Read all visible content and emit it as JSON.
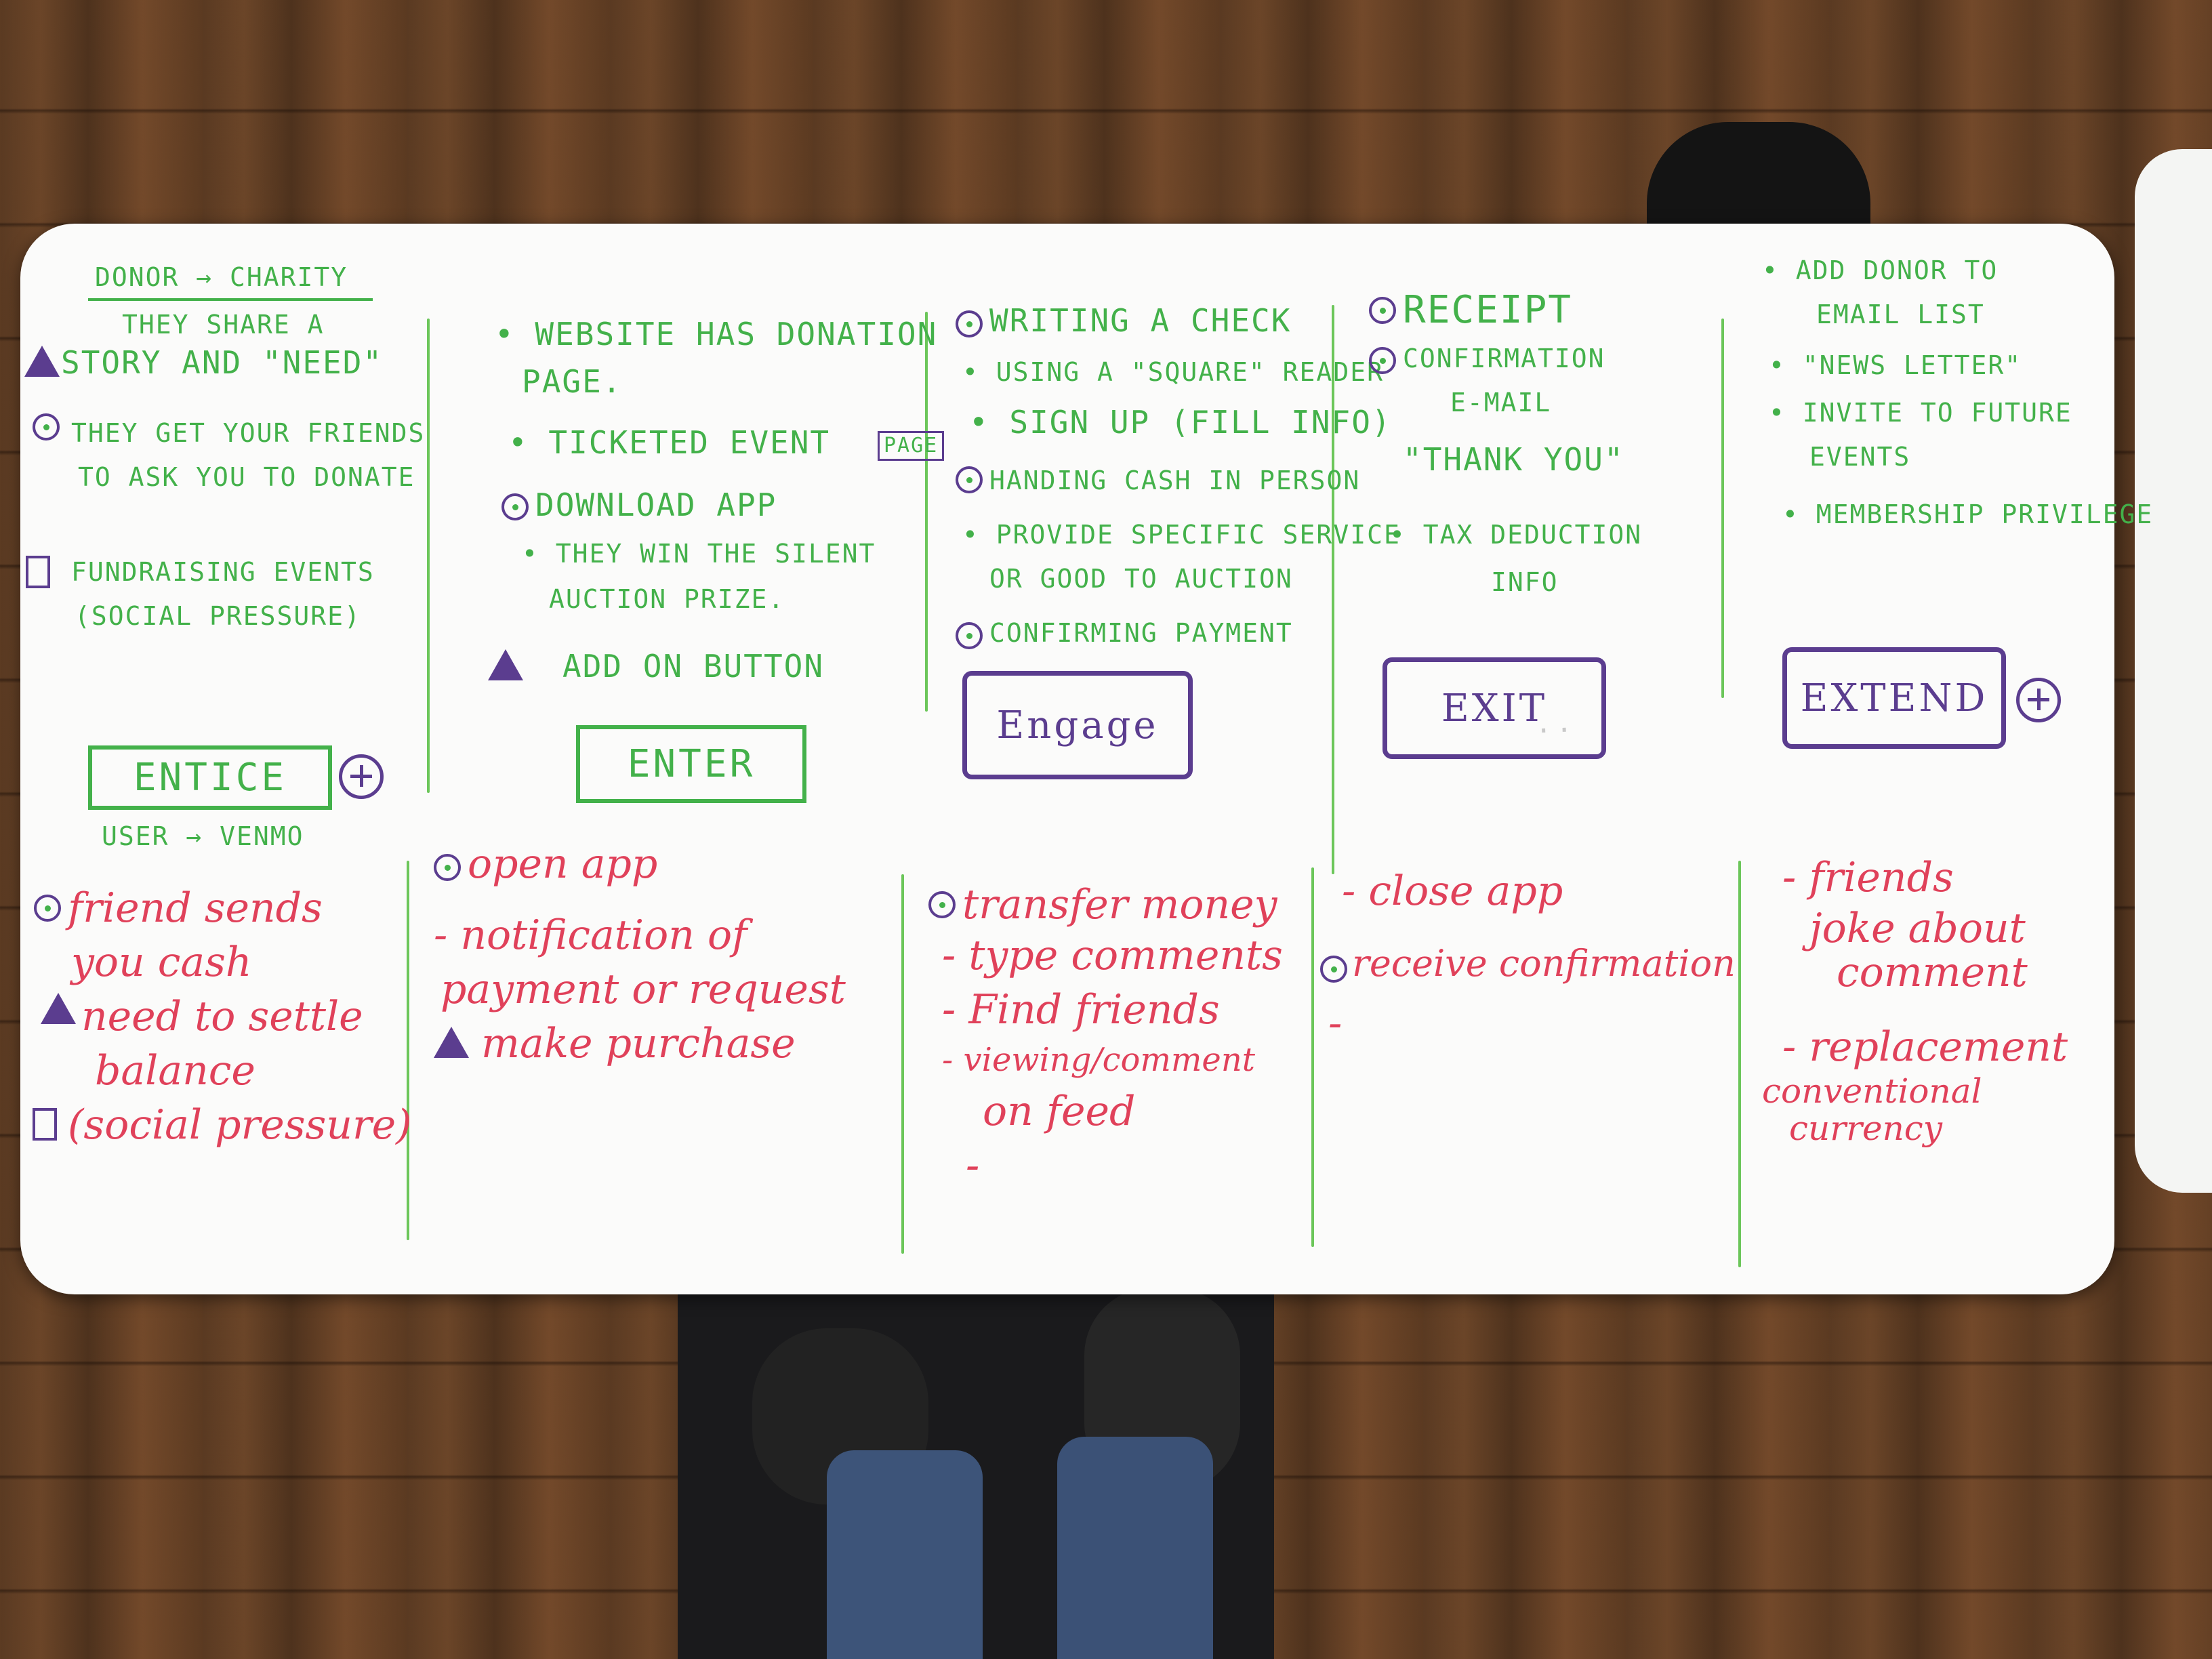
{
  "colors": {
    "green_marker": "#43b14a",
    "red_marker": "#e0415a",
    "purple_marker": "#5b3d8f",
    "board": "#fbfbfa"
  },
  "icons": [
    "plus-circle-icon",
    "circle-bullet-icon",
    "triangle-bullet-icon",
    "square-bullet-icon",
    "minus-circle-icon"
  ],
  "charity": {
    "header": "DONOR → CHARITY",
    "entice": [
      "THEY SHARE A",
      "STORY AND \"NEED\"",
      "THEY GET YOUR FRIENDS",
      "TO ASK YOU TO DONATE",
      "FUNDRAISING EVENTS",
      "(SOCIAL PRESSURE)"
    ],
    "enter": [
      "• WEBSITE HAS DONATION",
      "PAGE.",
      "• TICKETED EVENT",
      "PAGE",
      "DOWNLOAD APP",
      "• THEY WIN THE SILENT",
      "AUCTION PRIZE.",
      "ADD ON BUTTON"
    ],
    "engage": [
      "WRITING A CHECK",
      "• USING A \"SQUARE\" READER",
      "• SIGN UP (FILL INFO)",
      "HANDING CASH IN PERSON",
      "• PROVIDE SPECIFIC SERVICE",
      "OR GOOD TO AUCTION",
      "CONFIRMING PAYMENT"
    ],
    "exit": [
      "RECEIPT",
      "CONFIRMATION",
      "E-MAIL",
      "\"THANK YOU\"",
      "• TAX DEDUCTION",
      "INFO"
    ],
    "extend": [
      "• ADD DONOR TO",
      "EMAIL LIST",
      "• \"NEWS LETTER\"",
      "• INVITE TO FUTURE",
      "EVENTS",
      "• MEMBERSHIP PRIVILEGE"
    ]
  },
  "stages": {
    "entice": "ENTICE",
    "enter": "ENTER",
    "engage": "Engage",
    "exit": "EXIT",
    "extend": "EXTEND"
  },
  "venmo": {
    "header": "USER → VENMO",
    "entice": [
      "friend sends",
      "you cash",
      "need to settle",
      "balance",
      "(social pressure)"
    ],
    "enter": [
      "open app",
      "- notification of",
      "payment or request",
      "make purchase"
    ],
    "engage": [
      "transfer money",
      "- type comments",
      "- Find friends",
      "- viewing/comment",
      "on feed",
      "-"
    ],
    "exit": [
      "- close app",
      "receive confirmation",
      "-"
    ],
    "extend": [
      "- friends",
      "joke about",
      "comment",
      "- replacement",
      "conventional",
      "currency"
    ]
  }
}
